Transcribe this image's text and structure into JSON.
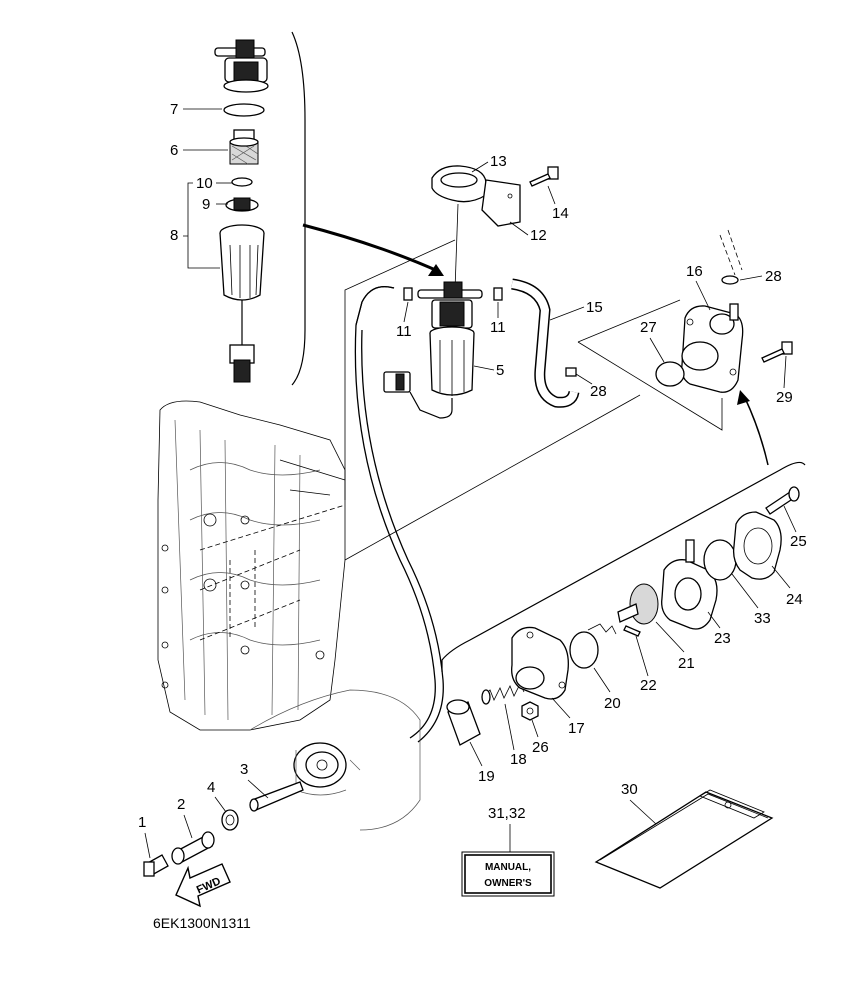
{
  "diagram_code": "6EK1300N1311",
  "fwd_label": "FWD",
  "manual_plate": {
    "line1": "MANUAL,",
    "line2": "OWNER'S"
  },
  "callouts": {
    "c1": "1",
    "c2": "2",
    "c3": "3",
    "c4": "4",
    "c5": "5",
    "c6": "6",
    "c7": "7",
    "c8": "8",
    "c9": "9",
    "c10": "10",
    "c11a": "11",
    "c11b": "11",
    "c12": "12",
    "c13": "13",
    "c14": "14",
    "c15": "15",
    "c16": "16",
    "c17": "17",
    "c18": "18",
    "c19": "19",
    "c20": "20",
    "c21": "21",
    "c22": "22",
    "c23": "23",
    "c24": "24",
    "c25": "25",
    "c26": "26",
    "c27": "27",
    "c28a": "28",
    "c28b": "28",
    "c29": "29",
    "c30": "30",
    "c31_32": "31,32",
    "c33": "33"
  }
}
